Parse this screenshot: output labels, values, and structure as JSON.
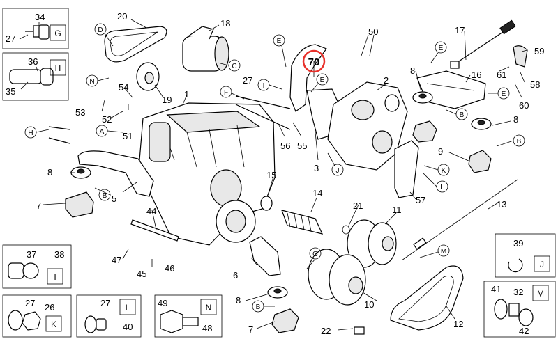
{
  "part_numbers": {
    "n1": "1",
    "n2": "2",
    "n3": "3",
    "n5": "5",
    "n6": "6",
    "n7a": "7",
    "n7b": "7",
    "n8a": "8",
    "n8b": "8",
    "n8c": "8",
    "n8d": "8",
    "n9": "9",
    "n10": "10",
    "n11": "11",
    "n12": "12",
    "n13": "13",
    "n14": "14",
    "n15": "15",
    "n16": "16",
    "n17": "17",
    "n18": "18",
    "n19": "19",
    "n20": "20",
    "n21": "21",
    "n22": "22",
    "n27": "27",
    "n44": "44",
    "n45": "45",
    "n46": "46",
    "n47": "47",
    "n50": "50",
    "n51": "51",
    "n52": "52",
    "n53": "53",
    "n54": "54",
    "n55": "55",
    "n56": "56",
    "n57": "57",
    "n58": "58",
    "n59": "59",
    "n60": "60",
    "n61": "61",
    "n70": "70"
  },
  "callout_letters": {
    "A": "A",
    "B1": "B",
    "B2": "B",
    "B3": "B",
    "B4": "B",
    "C": "C",
    "D": "D",
    "E1": "E",
    "E2": "E",
    "E3": "E",
    "E4": "E",
    "F": "F",
    "G": "G",
    "H": "H",
    "I": "I",
    "J": "J",
    "K": "K",
    "L": "L",
    "M": "M",
    "N": "N"
  },
  "inset_boxes": {
    "G": {
      "letter": "G",
      "labels": [
        "34",
        "27"
      ]
    },
    "H": {
      "letter": "H",
      "labels": [
        "36",
        "35"
      ]
    },
    "I": {
      "letter": "I",
      "labels": [
        "37",
        "38"
      ]
    },
    "K": {
      "letter": "K",
      "labels": [
        "27",
        "26"
      ]
    },
    "L": {
      "letter": "L",
      "labels": [
        "27",
        "40"
      ]
    },
    "N": {
      "letter": "N",
      "labels": [
        "49",
        "48"
      ]
    },
    "J": {
      "letter": "J",
      "labels": [
        "39"
      ]
    },
    "M": {
      "letter": "M",
      "labels": [
        "41",
        "32",
        "42"
      ]
    }
  },
  "highlight": {
    "label": "70",
    "color": "#e8302a"
  }
}
